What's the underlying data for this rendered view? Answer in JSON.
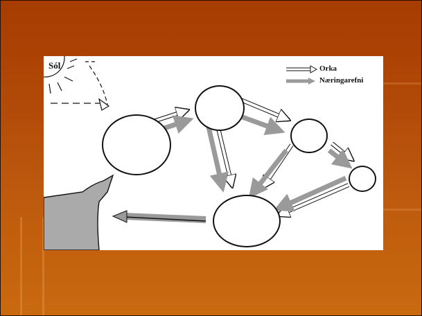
{
  "diagram": {
    "sun_label": "Sól",
    "legend": {
      "energy_label": "Orka",
      "nutrients_label": "Næringarefni"
    },
    "nodes": {
      "producer": "",
      "herbivore": "",
      "carnivore": "",
      "top_consumer": "",
      "decomposer": ""
    },
    "colors": {
      "slide_top": "#a63c00",
      "slide_bottom": "#c9690f",
      "nutrient_arrow": "#9a9a9a",
      "energy_arrow": "#ffffff"
    }
  }
}
